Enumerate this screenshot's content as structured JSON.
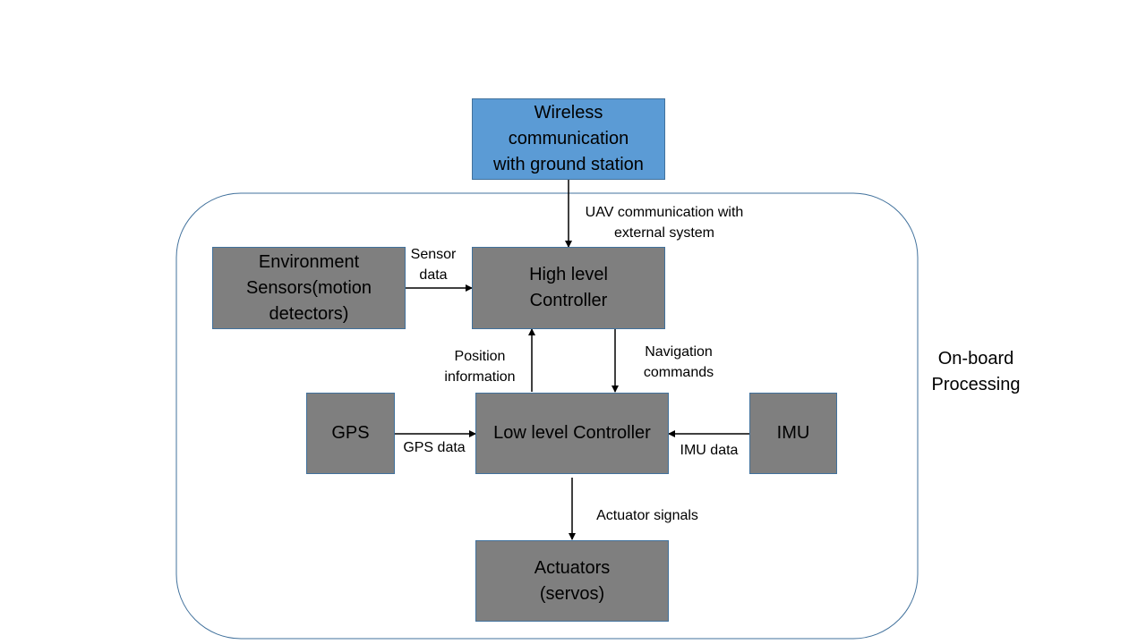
{
  "diagram": {
    "region_label": "On-board\nProcessing",
    "nodes": {
      "wireless": "Wireless\ncommunication\nwith ground station",
      "environment_sensors": "Environment\nSensors(motion\ndetectors)",
      "high_level_controller": "High level\nController",
      "gps": "GPS",
      "low_level_controller": "Low level Controller",
      "imu": "IMU",
      "actuators": "Actuators\n(servos)"
    },
    "edges": {
      "uav_communication": "UAV communication with\nexternal system",
      "sensor_data": "Sensor\ndata",
      "position_information": "Position\ninformation",
      "navigation_commands": "Navigation\ncommands",
      "gps_data": "GPS data",
      "imu_data": "IMU data",
      "actuator_signals": "Actuator signals"
    },
    "colors": {
      "processing_box": "#7f7f7f",
      "wireless_box": "#5b9bd5",
      "border": "#41719c",
      "arrow": "#000000"
    }
  }
}
